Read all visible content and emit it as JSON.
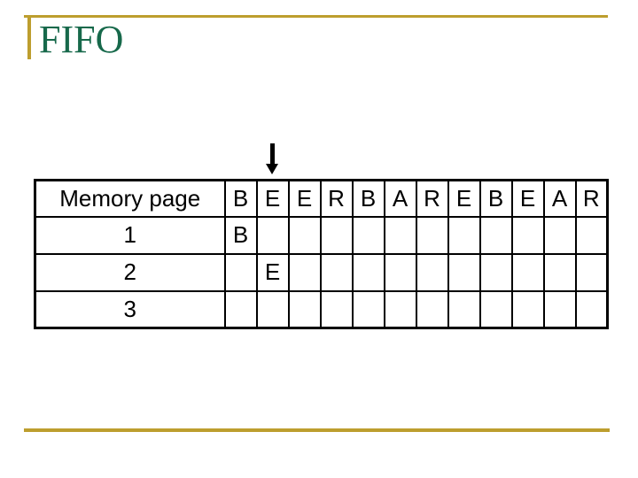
{
  "slide": {
    "title": "FIFO",
    "colors": {
      "accent_gold": "#BD9E2E",
      "title_green": "#17694B",
      "highlight_purple": "#C77DE8",
      "table_border": "#000000"
    },
    "arrow": {
      "description": "down-arrow marking current reference position",
      "points_to_column": 1
    },
    "table": {
      "header_label": "Memory page",
      "reference_string": [
        "B",
        "E",
        "E",
        "R",
        "B",
        "A",
        "R",
        "E",
        "B",
        "E",
        "A",
        "R"
      ],
      "rows": [
        {
          "label": "1",
          "cells": [
            "B",
            "",
            "",
            "",
            "",
            "",
            "",
            "",
            "",
            "",
            "",
            ""
          ]
        },
        {
          "label": "2",
          "cells": [
            "",
            "E",
            "",
            "",
            "",
            "",
            "",
            "",
            "",
            "",
            "",
            ""
          ]
        },
        {
          "label": "3",
          "cells": [
            "",
            "",
            "",
            "",
            "",
            "",
            "",
            "",
            "",
            "",
            "",
            ""
          ]
        }
      ],
      "highlighted_cells": [
        {
          "row": 0,
          "col": 0
        },
        {
          "row": 1,
          "col": 1
        }
      ]
    }
  }
}
